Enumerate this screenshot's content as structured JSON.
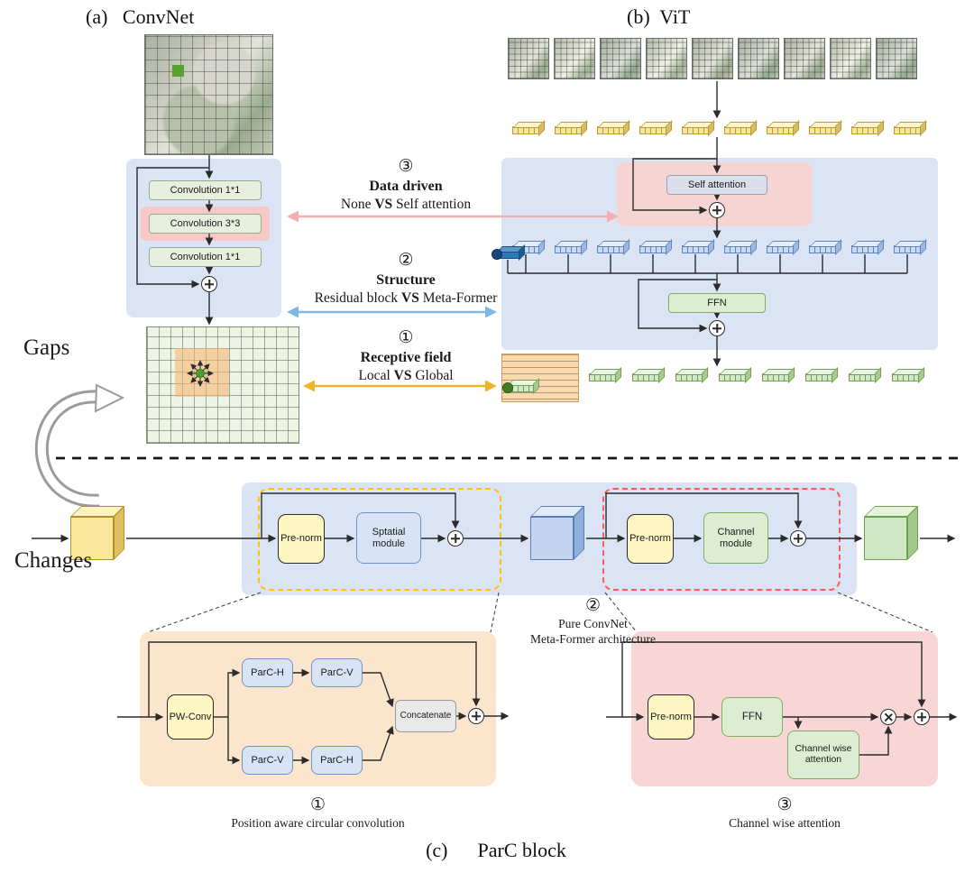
{
  "titles": {
    "a": "(a)   ConvNet",
    "b": "(b)  ViT",
    "c": "(c)      ParC block"
  },
  "side": {
    "gaps": "Gaps",
    "changes": "Changes"
  },
  "convnet": {
    "conv_top": "Convolution 1*1",
    "conv_mid": "Convolution 3*3",
    "conv_bottom": "Convolution 1*1"
  },
  "vit": {
    "self_attention": "Self attention",
    "ffn": "FFN"
  },
  "gap_notes": {
    "data_driven": {
      "num": "③",
      "title": "Data driven",
      "left": "None",
      "vs": "VS",
      "right": "Self attention"
    },
    "structure": {
      "num": "②",
      "title": "Structure",
      "left": "Residual block",
      "vs": "VS",
      "right": "Meta-Former"
    },
    "receptive": {
      "num": "①",
      "title": "Receptive field",
      "left": "Local",
      "vs": "VS",
      "right": "Global"
    }
  },
  "parc": {
    "pre_norm_spatial": "Pre-norm",
    "spatial_module": "Sptatial module",
    "pre_norm_channel": "Pre-norm",
    "channel_module": "Channel module",
    "note": {
      "num": "②",
      "line1": "Pure ConvNet",
      "line2": "Meta-Former architecture"
    }
  },
  "parc_spatial_detail": {
    "pw_conv": "PW-Conv",
    "parc_h_top": "ParC-H",
    "parc_v_top": "ParC-V",
    "parc_v_bottom": "ParC-V",
    "parc_h_bottom": "ParC-H",
    "concatenate": "Concatenate",
    "caption_num": "①",
    "caption": "Position aware circular convolution"
  },
  "parc_channel_detail": {
    "pre_norm": "Pre-norm",
    "ffn": "FFN",
    "channel_attention": "Channel wise attention",
    "caption_num": "③",
    "caption": "Channel wise attention"
  },
  "colors": {
    "accent_pink": "#f2aeae",
    "accent_blue": "#7fb8e6",
    "accent_yellow": "#f0b429",
    "panel_blue": "#dbe4f5",
    "panel_orange": "#fce5cd",
    "panel_pink": "#f9d6d6"
  }
}
